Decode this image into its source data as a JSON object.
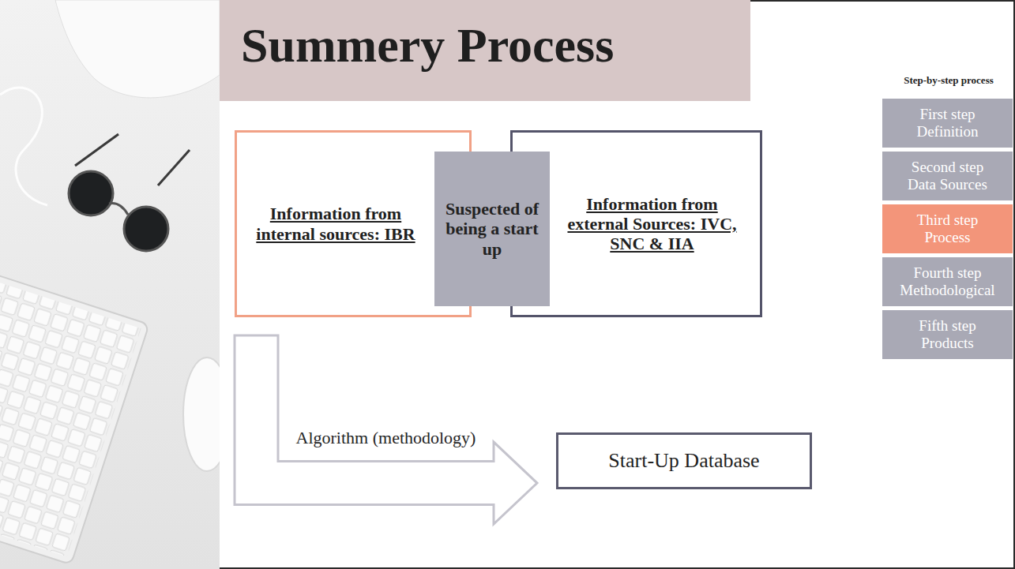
{
  "diagram": {
    "title": "Summery Process",
    "nodes": [
      {
        "text": [
          "Information from internal sources: IBR"
        ]
      },
      {
        "text": [
          "Suspected of being a start up"
        ]
      },
      {
        "text": [
          "Information from external Sources: IVC, SNC & IIA"
        ]
      },
      {
        "text": [
          "Start-Up Database"
        ]
      },
      {
        "text": [
          "First step",
          "Definition"
        ]
      },
      {
        "text": [
          "Second step",
          "Data Sources"
        ]
      },
      {
        "text": [
          "Third step",
          "Process"
        ]
      },
      {
        "text": [
          "Fourth step",
          "Methodological"
        ]
      },
      {
        "text": [
          "Fifth step",
          "Products"
        ]
      }
    ],
    "edges": [
      {
        "from": 0,
        "to": 3,
        "arrow": "to",
        "label": "Algorithm (methodology)"
      }
    ],
    "labels": [
      "Step-by-step process"
    ]
  }
}
